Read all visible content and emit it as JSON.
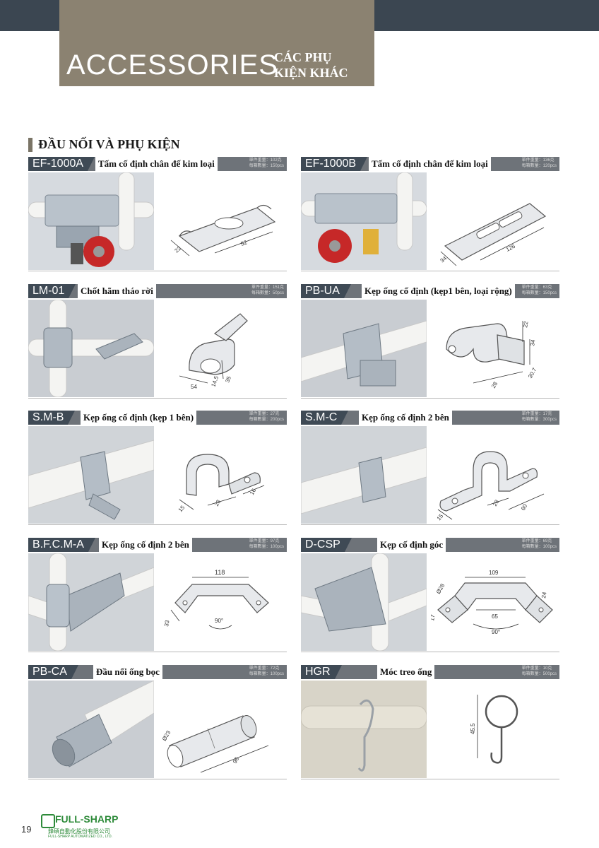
{
  "header": {
    "title_en": "ACCESSORIES",
    "title_vn_1": "CÁC PHỤ",
    "title_vn_2": "KIỆN KHÁC"
  },
  "section_title": "ĐẦU NỐI VÀ PHỤ KIỆN",
  "products": [
    {
      "code": "EF-1000A",
      "name": "Tấm cố định chân đế kim loại",
      "weight": "單件重量：102克",
      "pack": "每箱數量：150pcs",
      "dims": [
        "22",
        "52"
      ]
    },
    {
      "code": "EF-1000B",
      "name": "Tấm cố định chân đế kim loại",
      "weight": "單件重量：136克",
      "pack": "每箱數量：120pcs",
      "dims": [
        "34",
        "126"
      ]
    },
    {
      "code": "LM-01",
      "name": "Chốt hãm tháo rời",
      "weight": "單件重量：151克",
      "pack": "每箱數量：50pcs",
      "dims": [
        "54",
        "14.5",
        "35"
      ]
    },
    {
      "code": "PB-UA",
      "name": "Kẹp ống cố định (kẹp1 bên, loại rộng)",
      "weight": "單件重量：63克",
      "pack": "每箱數量：150pcs",
      "dims": [
        "22",
        "34",
        "30.7",
        "28"
      ]
    },
    {
      "code": "S.M-B",
      "name": "Kẹp ống cố định (kẹp 1 bên)",
      "weight": "單件重量：27克",
      "pack": "每箱數量：200pcs",
      "dims": [
        "15",
        "28",
        "16"
      ]
    },
    {
      "code": "S.M-C",
      "name": "Kẹp ống cố định 2 bên",
      "weight": "單件重量：17克",
      "pack": "每箱數量：300pcs",
      "dims": [
        "15",
        "28",
        "60"
      ]
    },
    {
      "code": "B.F.C.M-A",
      "name": "Kẹp ống cố định 2 bên",
      "weight": "單件重量：97克",
      "pack": "每箱數量：100pcs",
      "dims": [
        "118",
        "33",
        "90°"
      ]
    },
    {
      "code": "D-CSP",
      "name": "Kẹp cố định góc",
      "weight": "單件重量：69克",
      "pack": "每箱數量：100pcs",
      "dims": [
        "109",
        "Ø28",
        "17",
        "65",
        "24",
        "90°"
      ]
    },
    {
      "code": "PB-CA",
      "name": "Đầu nối ống bọc",
      "weight": "單件重量：72克",
      "pack": "每箱數量：100pcs",
      "dims": [
        "Ø23",
        "96"
      ]
    },
    {
      "code": "HGR",
      "name": "Móc treo ống",
      "weight": "單件重量：10克",
      "pack": "每箱數量：500pcs",
      "dims": [
        "45.5"
      ]
    }
  ],
  "footer": {
    "page": "19",
    "brand": "FULL-SHARP",
    "company_cn": "鋒碩自動化股份有限公司",
    "company_en": "FULL-SHARP AUTOMATIZED CO., LTD."
  },
  "colors": {
    "topbar": "#3b4651",
    "title_block": "#8b8271",
    "card_header": "#6e7379",
    "code_tab": "#3f4a55",
    "brand": "#2e8b3a"
  }
}
